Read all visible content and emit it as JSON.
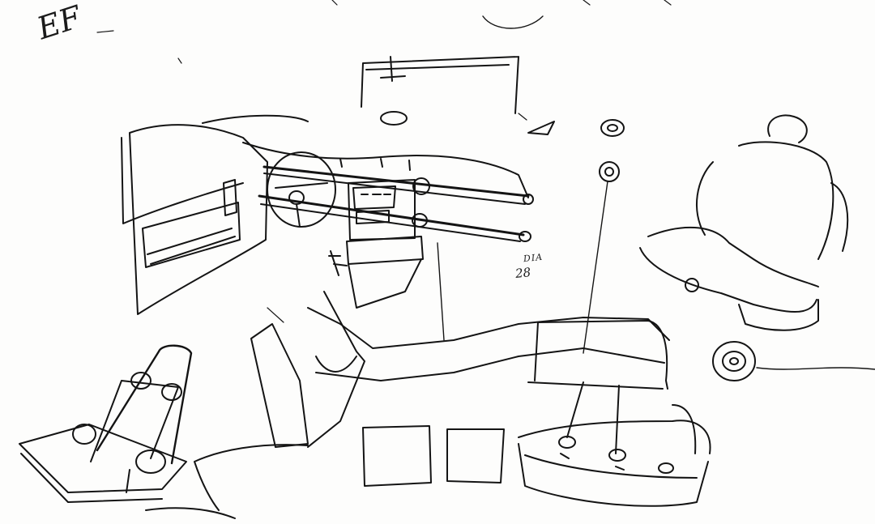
{
  "ink_color": "#141414",
  "paper_color": "#fdfdfc",
  "annotations": {
    "diameter_label": "DIA",
    "diameter_value": "28",
    "signature": "EF"
  },
  "sketch": {
    "subjects": [
      "dashboard-with-tubular-frame-icon",
      "door-panel-icon",
      "steering-column-icon",
      "center-console-icon",
      "speaker-ring-icon",
      "tube-frame-seat-icon",
      "bucket-seat-with-headrest-icon",
      "bench-seat-icon",
      "side-bolster-seat-icon",
      "round-speaker-icon"
    ]
  }
}
